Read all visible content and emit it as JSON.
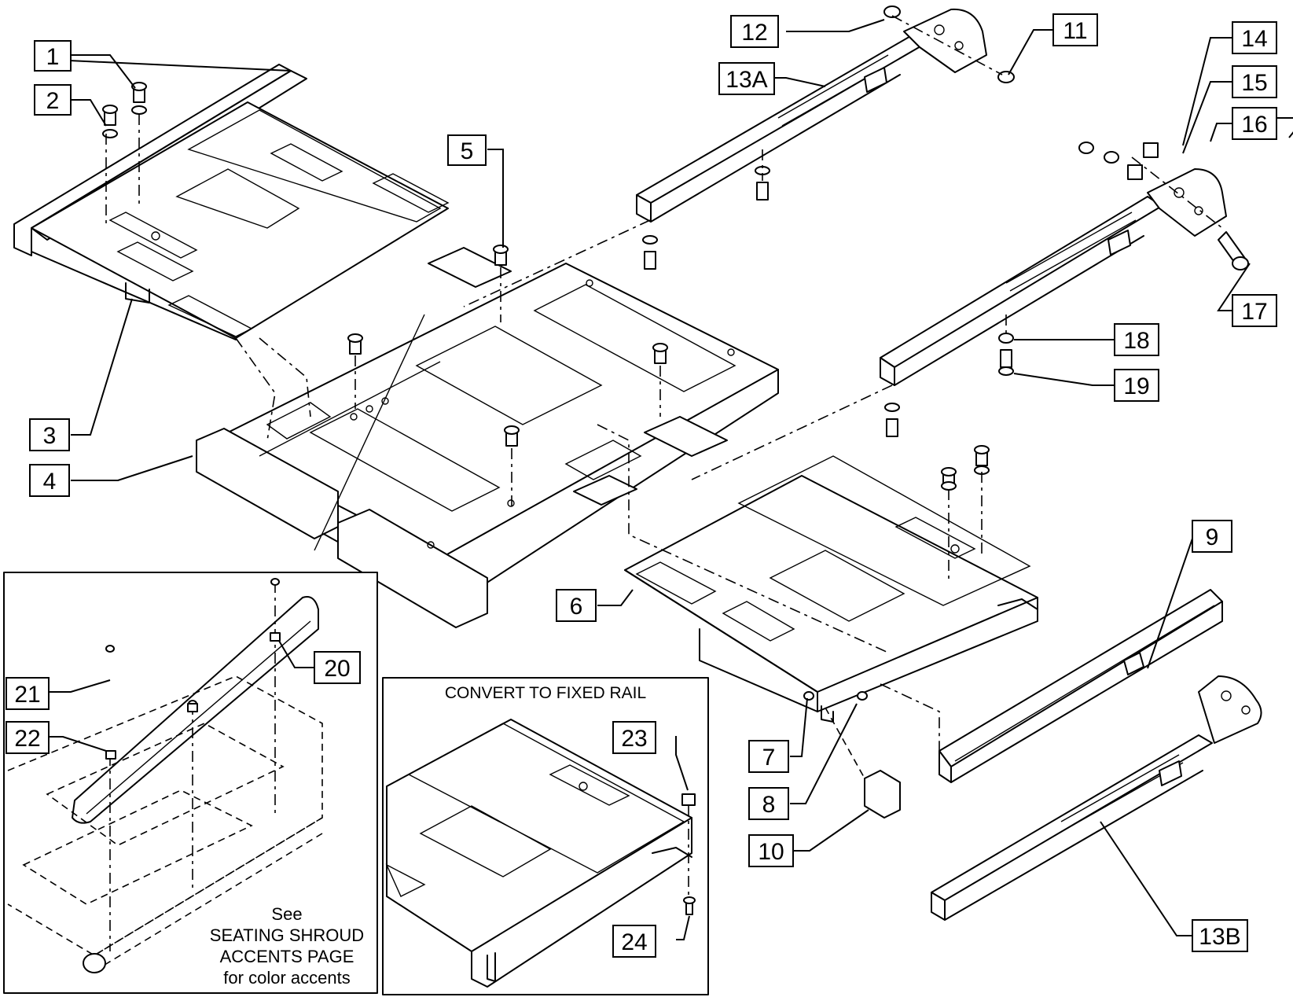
{
  "callouts": [
    {
      "id": "c1",
      "label": "1"
    },
    {
      "id": "c2",
      "label": "2"
    },
    {
      "id": "c3",
      "label": "3"
    },
    {
      "id": "c4",
      "label": "4"
    },
    {
      "id": "c5",
      "label": "5"
    },
    {
      "id": "c6",
      "label": "6"
    },
    {
      "id": "c7",
      "label": "7"
    },
    {
      "id": "c8",
      "label": "8"
    },
    {
      "id": "c9",
      "label": "9"
    },
    {
      "id": "c10",
      "label": "10"
    },
    {
      "id": "c11",
      "label": "11"
    },
    {
      "id": "c12",
      "label": "12"
    },
    {
      "id": "c13a",
      "label": "13A"
    },
    {
      "id": "c13b",
      "label": "13B"
    },
    {
      "id": "c14",
      "label": "14"
    },
    {
      "id": "c15",
      "label": "15"
    },
    {
      "id": "c16",
      "label": "16"
    },
    {
      "id": "c17",
      "label": "17"
    },
    {
      "id": "c18",
      "label": "18"
    },
    {
      "id": "c19",
      "label": "19"
    },
    {
      "id": "c20",
      "label": "20"
    },
    {
      "id": "c21",
      "label": "21"
    },
    {
      "id": "c22",
      "label": "22"
    },
    {
      "id": "c23",
      "label": "23"
    },
    {
      "id": "c24",
      "label": "24"
    }
  ],
  "inset_fixed_rail": {
    "title": "CONVERT TO FIXED RAIL"
  },
  "inset_shroud": {
    "note_lines": [
      "See",
      "SEATING SHROUD",
      "ACCENTS PAGE",
      "for color accents"
    ]
  }
}
